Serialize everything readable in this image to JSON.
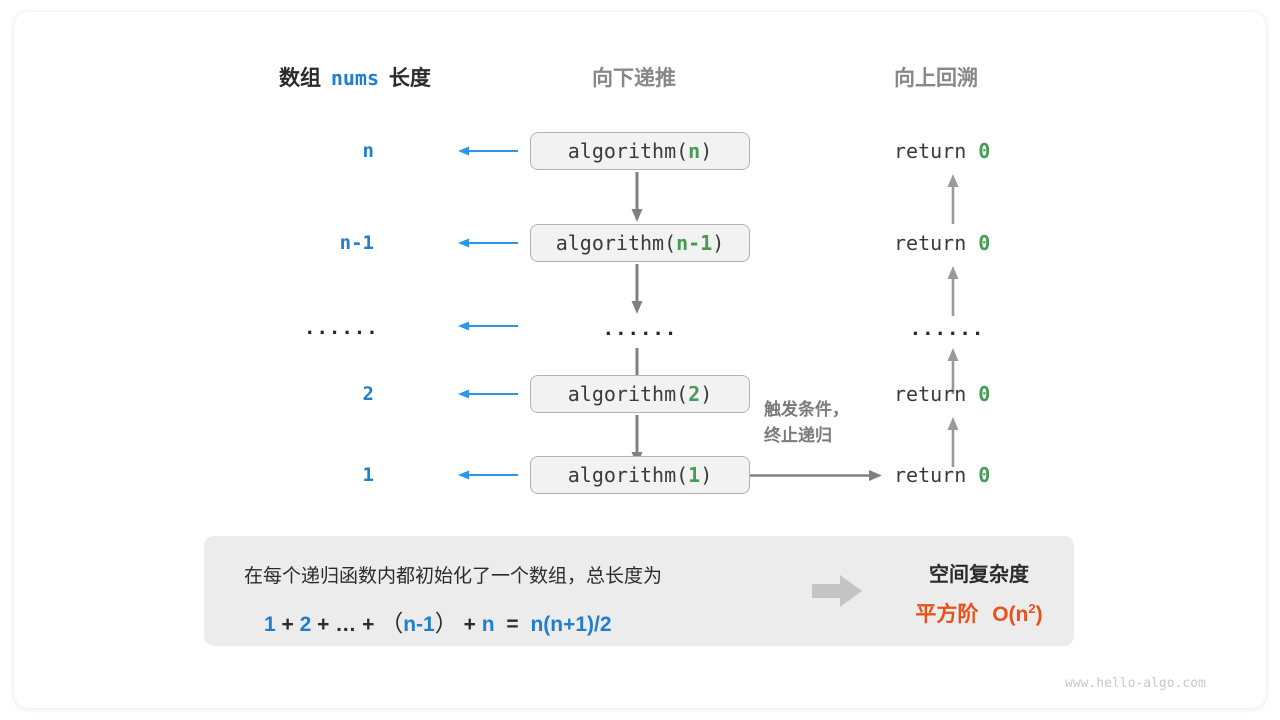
{
  "headers": {
    "left_prefix": "数组",
    "left_mono": "nums",
    "left_suffix": "长度",
    "middle": "向下递推",
    "right": "向上回溯"
  },
  "colors": {
    "blue": "#1f7ecd",
    "green": "#479b54",
    "orange": "#e8511c",
    "gray_text": "#888888",
    "box_fill": "#f2f2f2",
    "box_border": "#b3b3b3",
    "panel_fill": "#ececec",
    "arrow_gray": "#808080"
  },
  "rows": [
    {
      "length": "n",
      "call_prefix": "algorithm(",
      "call_arg": "n",
      "call_suffix": ")",
      "return_text": "return ",
      "return_value": "0"
    },
    {
      "length": "n-1",
      "call_prefix": "algorithm(",
      "call_arg": "n-1",
      "call_suffix": ")",
      "return_text": "return ",
      "return_value": "0"
    },
    {
      "length": "······",
      "call_prefix": "",
      "call_arg": "",
      "call_suffix": "",
      "return_text": "",
      "return_value": "",
      "dots": "······"
    },
    {
      "length": "2",
      "call_prefix": "algorithm(",
      "call_arg": "2",
      "call_suffix": ")",
      "return_text": "return ",
      "return_value": "0"
    },
    {
      "length": "1",
      "call_prefix": "algorithm(",
      "call_arg": "1",
      "call_suffix": ")",
      "return_text": "return ",
      "return_value": "0"
    }
  ],
  "note": {
    "line1": "触发条件，",
    "line2": "终止递归"
  },
  "summary": {
    "description": "在每个递归函数内都初始化了一个数组，总长度为",
    "formula": {
      "t1": "1",
      "op1": "+",
      "t2": "2",
      "op2": "+",
      "ellipsis": "…",
      "op3": "+",
      "lpar": "（",
      "t3": "n-1",
      "rpar": "）",
      "op4": "+",
      "t4": "n",
      "eq": "=",
      "result": "n(n+1)/2"
    },
    "result_title": "空间复杂度",
    "result_label": "平方阶",
    "result_notation_base": "O(n",
    "result_notation_exp": "2",
    "result_notation_close": ")"
  },
  "watermark": "www.hello-algo.com"
}
